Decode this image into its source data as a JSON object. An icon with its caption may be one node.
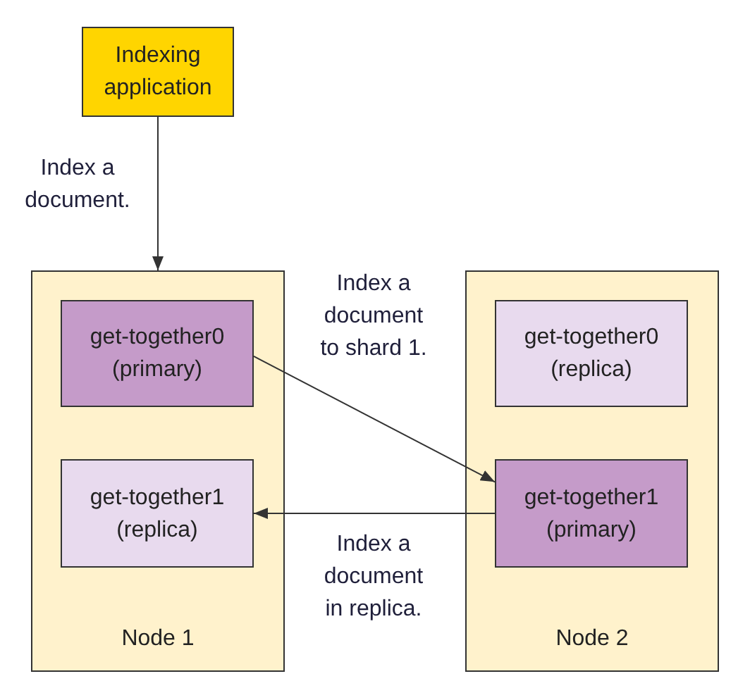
{
  "diagram": {
    "nodes": [
      {
        "text": [
          "Indexing application"
        ]
      },
      {
        "text": [
          "Node 1"
        ]
      },
      {
        "text": [
          "get-together0 (primary)"
        ],
        "in": 1
      },
      {
        "text": [
          "get-together1 (replica)"
        ],
        "in": 1
      },
      {
        "text": [
          "Node 2"
        ]
      },
      {
        "text": [
          "get-together0 (replica)"
        ],
        "in": 4
      },
      {
        "text": [
          "get-together1 (primary)"
        ],
        "in": 4
      }
    ],
    "edges": [
      {
        "from": 0,
        "to": 1,
        "arrow": "to",
        "label": "Index a document."
      },
      {
        "from": 2,
        "to": 6,
        "arrow": "to",
        "label": "Index a document to shard 1."
      },
      {
        "from": 6,
        "to": 3,
        "arrow": "to",
        "label": "Index a document in replica."
      }
    ]
  }
}
